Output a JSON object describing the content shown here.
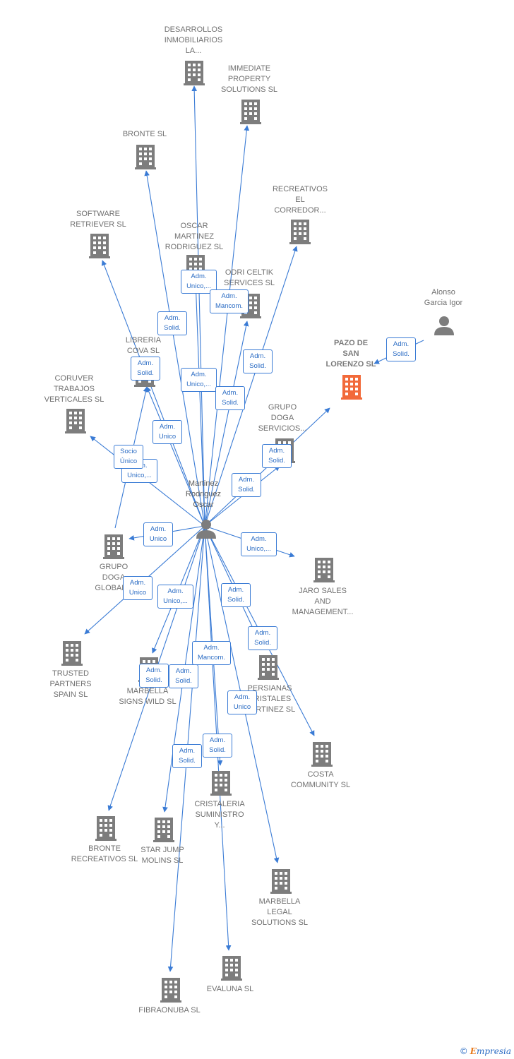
{
  "colors": {
    "edge": "#3a7bd5",
    "building": "#7d7d7d",
    "focus": "#f26a3a",
    "person": "#7d7d7d"
  },
  "center": {
    "id": "martinez",
    "label": "Martinez\nRodriguez\nOscar"
  },
  "footer": {
    "copyright": "©",
    "brand_e": "E",
    "brand_rest": "mpresia"
  },
  "nodes": [
    {
      "id": "desarrollos",
      "type": "company",
      "label": "DESARROLLOS\nINMOBILIARIOS\nLA..."
    },
    {
      "id": "immediate",
      "type": "company",
      "label": "IMMEDIATE\nPROPERTY\nSOLUTIONS SL"
    },
    {
      "id": "bronte",
      "type": "company",
      "label": "BRONTE SL"
    },
    {
      "id": "recreativos_corredor",
      "type": "company",
      "label": "RECREATIVOS\nEL\nCORREDOR..."
    },
    {
      "id": "software",
      "type": "company",
      "label": "SOFTWARE\nRETRIEVER  SL"
    },
    {
      "id": "oscar_martinez",
      "type": "company",
      "label": "OSCAR\nMARTINEZ\nRODRIGUEZ SL"
    },
    {
      "id": "odri",
      "type": "company",
      "label": "ODRI CELTIK\nSERVICES  SL"
    },
    {
      "id": "alonso",
      "type": "person",
      "label": "Alonso\nGarcia Igor"
    },
    {
      "id": "libreria",
      "type": "company",
      "label": "LIBRERIA\nCOVA  SL"
    },
    {
      "id": "pazo",
      "type": "focus",
      "label": "PAZO DE\nSAN\nLORENZO  SL"
    },
    {
      "id": "coruver",
      "type": "company",
      "label": "CORUVER\nTRABAJOS\nVERTICALES  SL"
    },
    {
      "id": "grupo_doga_servicios",
      "type": "company",
      "label": "GRUPO\nDOGA\nSERVICIOS..."
    },
    {
      "id": "grupo_doga_global",
      "type": "company",
      "label": "GRUPO\nDOGA\nGLOBAL..."
    },
    {
      "id": "jaro",
      "type": "company",
      "label": "JARO SALES\nAND\nMANAGEMENT..."
    },
    {
      "id": "trusted",
      "type": "company",
      "label": "TRUSTED\nPARTNERS\nSPAIN  SL"
    },
    {
      "id": "marbella_signs",
      "type": "company",
      "label": "MARBELLA\nSIGNS WILD  SL"
    },
    {
      "id": "persianas",
      "type": "company",
      "label": "PERSIANAS\nCRISTALES\nMARTINEZ  SL"
    },
    {
      "id": "costa",
      "type": "company",
      "label": "COSTA\nCOMMUNITY SL"
    },
    {
      "id": "cristaleria",
      "type": "company",
      "label": "CRISTALERIA\nSUMINISTRO\nY..."
    },
    {
      "id": "bronte_recreativos",
      "type": "company",
      "label": "BRONTE\nRECREATIVOS SL"
    },
    {
      "id": "star_jump",
      "type": "company",
      "label": "STAR JUMP\nMOLINS  SL"
    },
    {
      "id": "marbella_legal",
      "type": "company",
      "label": "MARBELLA\nLEGAL\nSOLUTIONS  SL"
    },
    {
      "id": "evaluna",
      "type": "company",
      "label": "EVALUNA  SL"
    },
    {
      "id": "fibraonuba",
      "type": "company",
      "label": "FIBRAONUBA SL"
    }
  ],
  "edges": [
    {
      "from": "martinez",
      "to": "desarrollos",
      "label": "Adm.\nUnico,..."
    },
    {
      "from": "martinez",
      "to": "immediate",
      "label": "Adm.\nMancom."
    },
    {
      "from": "martinez",
      "to": "bronte",
      "label": "Adm.\nSolid."
    },
    {
      "from": "martinez",
      "to": "recreativos_corredor",
      "label": "Adm.\nSolid."
    },
    {
      "from": "martinez",
      "to": "software",
      "label": "Adm.\nUnico"
    },
    {
      "from": "martinez",
      "to": "oscar_martinez",
      "label": "Adm.\nUnico,..."
    },
    {
      "from": "martinez",
      "to": "odri",
      "label": "Adm.\nSolid."
    },
    {
      "from": "martinez",
      "to": "libreria",
      "label": "Adm.\nSolid."
    },
    {
      "from": "martinez",
      "to": "coruver",
      "label": "Adm.\nUnico,..."
    },
    {
      "from": "martinez",
      "to": "pazo",
      "label": "Adm.\nSolid."
    },
    {
      "from": "martinez",
      "to": "grupo_doga_servicios",
      "label": "Adm.\nSolid."
    },
    {
      "from": "alonso",
      "to": "pazo",
      "label": "Adm.\nSolid."
    },
    {
      "from": "grupo_doga_global",
      "to": "libreria",
      "label": "Socio\nÚnico"
    },
    {
      "from": "martinez",
      "to": "grupo_doga_global",
      "label": "Adm.\nUnico"
    },
    {
      "from": "martinez",
      "to": "jaro",
      "label": "Adm.\nUnico,..."
    },
    {
      "from": "martinez",
      "to": "trusted",
      "label": "Adm.\nUnico"
    },
    {
      "from": "martinez",
      "to": "marbella_signs",
      "label": "Adm.\nUnico,..."
    },
    {
      "from": "martinez",
      "to": "persianas",
      "label": "Adm.\nSolid."
    },
    {
      "from": "martinez",
      "to": "costa",
      "label": "Adm.\nSolid."
    },
    {
      "from": "martinez",
      "to": "cristaleria",
      "label": "Adm.\nMancom."
    },
    {
      "from": "martinez",
      "to": "bronte_recreativos",
      "label": "Adm.\nSolid."
    },
    {
      "from": "martinez",
      "to": "star_jump",
      "label": "Adm.\nSolid."
    },
    {
      "from": "martinez",
      "to": "marbella_legal",
      "label": "Adm.\nUnico"
    },
    {
      "from": "martinez",
      "to": "evaluna",
      "label": "Adm.\nSolid."
    },
    {
      "from": "martinez",
      "to": "fibraonuba",
      "label": "Adm.\nSolid."
    }
  ]
}
